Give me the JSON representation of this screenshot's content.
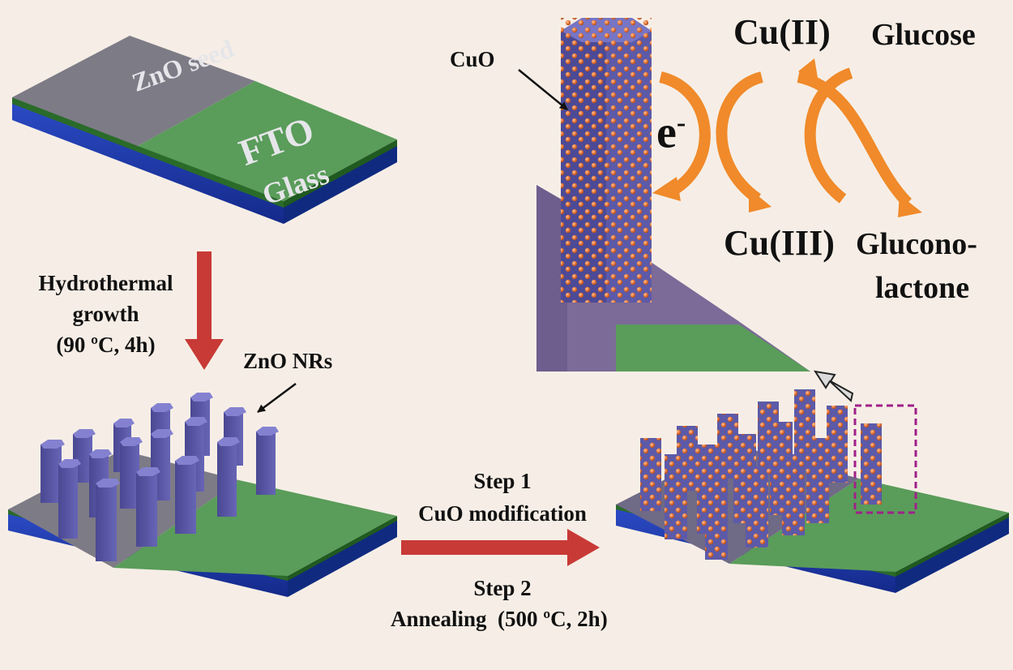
{
  "substrate": {
    "seed_label": "ZnO seed",
    "fto_label": "FTO",
    "glass_label": "Glass"
  },
  "arrow_down": {
    "line1": "Hydrothermal",
    "line2": "growth",
    "line3": "(90 ºC, 4h)"
  },
  "nanorods": {
    "label": "ZnO NRs"
  },
  "arrow_right": {
    "step1_title": "Step 1",
    "step1_text": "CuO modification",
    "step2_title": "Step 2",
    "step2_text": "Annealing  (500 ºC, 2h)"
  },
  "inset": {
    "cuo_label": "CuO",
    "electron_label": "e",
    "electron_sup": "-",
    "cu2_label": "Cu(II)",
    "cu3_label": "Cu(III)",
    "glucose_label": "Glucose",
    "product_line1": "Glucono-",
    "product_line2": "lactone"
  },
  "colors": {
    "background": "#f6eee6",
    "seed": "#7d7b86",
    "fto": "#5a9c5a",
    "glass": "#1f3fa8",
    "rod": "#5c5aa8",
    "particle": "#e87d45",
    "arrow_red": "#c83a36",
    "arrow_orange": "#f08a2a",
    "dash_box": "#a0208a"
  }
}
